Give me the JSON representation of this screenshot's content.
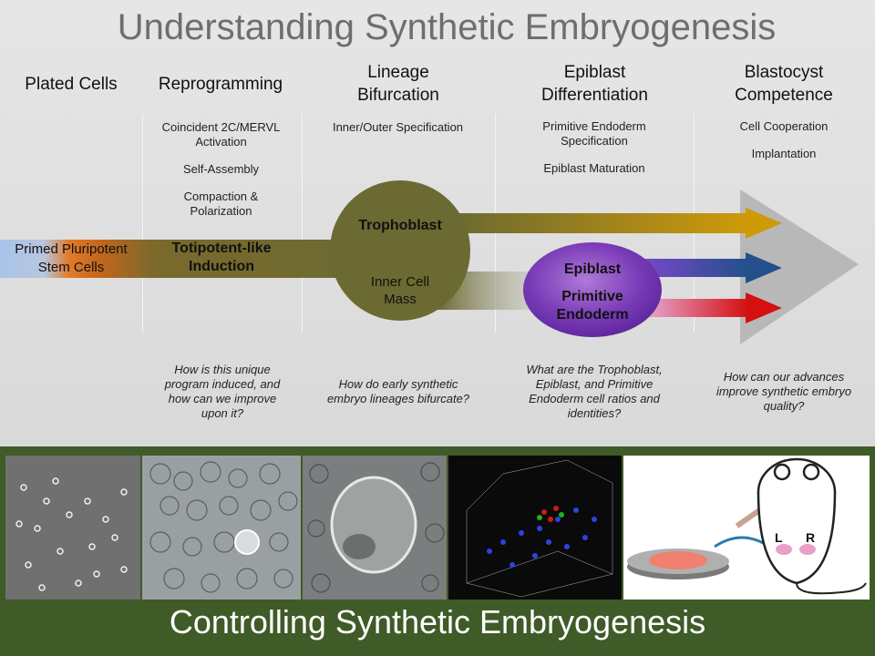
{
  "title": "Understanding Synthetic Embryogenesis",
  "footer": "Controlling Synthetic Embryogenesis",
  "stages": {
    "plated": "Plated Cells",
    "reprogramming": "Reprogramming",
    "lineage_1": "Lineage",
    "lineage_2": "Bifurcation",
    "epiblast_1": "Epiblast",
    "epiblast_2": "Differentiation",
    "blasto_1": "Blastocyst",
    "blasto_2": "Competence"
  },
  "subs": {
    "rep_1_a": "Coincident 2C/MERVL",
    "rep_1_b": "Activation",
    "rep_2": "Self-Assembly",
    "rep_3_a": "Compaction &",
    "rep_3_b": "Polarization",
    "lin_1": "Inner/Outer Specification",
    "epi_1_a": "Primitive Endoderm",
    "epi_1_b": "Specification",
    "epi_2": "Epiblast Maturation",
    "bla_1": "Cell Cooperation",
    "bla_2": "Implantation"
  },
  "diagram": {
    "primed_1": "Primed Pluripotent",
    "primed_2": "Stem Cells",
    "totipotent_1": "Totipotent-like",
    "totipotent_2": "Induction",
    "trophoblast": "Trophoblast",
    "icm_1": "Inner Cell",
    "icm_2": "Mass",
    "epiblast": "Epiblast",
    "primitive_1": "Primitive",
    "primitive_2": "Endoderm"
  },
  "questions": {
    "q1": [
      "How is this unique",
      "program induced, and",
      "how can we improve",
      "upon it?"
    ],
    "q2": [
      "How do early synthetic",
      "embryo lineages bifurcate?"
    ],
    "q3": [
      "What are the Trophoblast,",
      "Epiblast, and Primitive",
      "Endoderm cell ratios and",
      "identities?"
    ],
    "q4": [
      "How can our advances",
      "improve synthetic embryo",
      "quality?"
    ]
  },
  "mouse": {
    "left": "L",
    "right": "R"
  },
  "colors": {
    "trophoblast_arrow": "#c8960c",
    "epiblast_arrow": "#2a5a8c",
    "endoderm_arrow": "#d01818",
    "blob_olive": "#6b6a32",
    "epiblast_purple": "#6a2fa0",
    "band_green": "#3f5b28"
  }
}
